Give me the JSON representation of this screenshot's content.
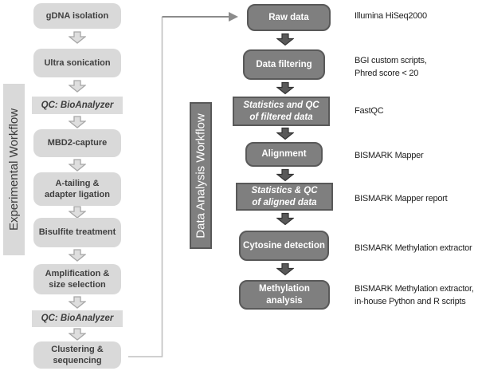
{
  "experimental": {
    "title": "Experimental Workflow",
    "steps": [
      {
        "label": "gDNA isolation"
      },
      {
        "label": "Ultra sonication"
      },
      {
        "label": "QC: BioAnalyzer"
      },
      {
        "label": "MBD2-capture"
      },
      {
        "label": "A-tailing &\nadapter ligation"
      },
      {
        "label": "Bisulfite treatment"
      },
      {
        "label": "Amplification &\nsize selection"
      },
      {
        "label": "QC: BioAnalyzer"
      },
      {
        "label": "Clustering &\nsequencing"
      }
    ]
  },
  "analysis": {
    "title": "Data Analysis Workflow",
    "steps": [
      {
        "label": "Raw data",
        "tool": "Illumina HiSeq2000"
      },
      {
        "label": "Data filtering",
        "tool": "BGI custom scripts,\nPhred score < 20"
      },
      {
        "label": "Statistics and QC\nof filtered data",
        "tool": "FastQC"
      },
      {
        "label": "Alignment",
        "tool": "BISMARK Mapper"
      },
      {
        "label": "Statistics & QC\nof aligned data",
        "tool": "BISMARK Mapper report"
      },
      {
        "label": "Cytosine detection",
        "tool": "BISMARK Methylation extractor"
      },
      {
        "label": "Methylation\nanalysis",
        "tool": "BISMARK Methylation extractor,\nin-house Python and R scripts"
      }
    ]
  },
  "icons": {
    "down_arrow": "down-arrow-icon",
    "connector": "elbow-connector-arrow"
  },
  "colors": {
    "light_box_fill": "#d9d9d9",
    "light_box_text": "#3f3f3f",
    "dark_box_fill": "#7f7f7f",
    "dark_box_border": "#595959",
    "dark_box_text": "#ffffff",
    "light_arrow_fill": "#dedede",
    "light_arrow_stroke": "#a6a6a6",
    "dark_arrow_fill": "#595959",
    "connector_light": "#c0c0c0",
    "connector_dark": "#8c8c8c"
  }
}
